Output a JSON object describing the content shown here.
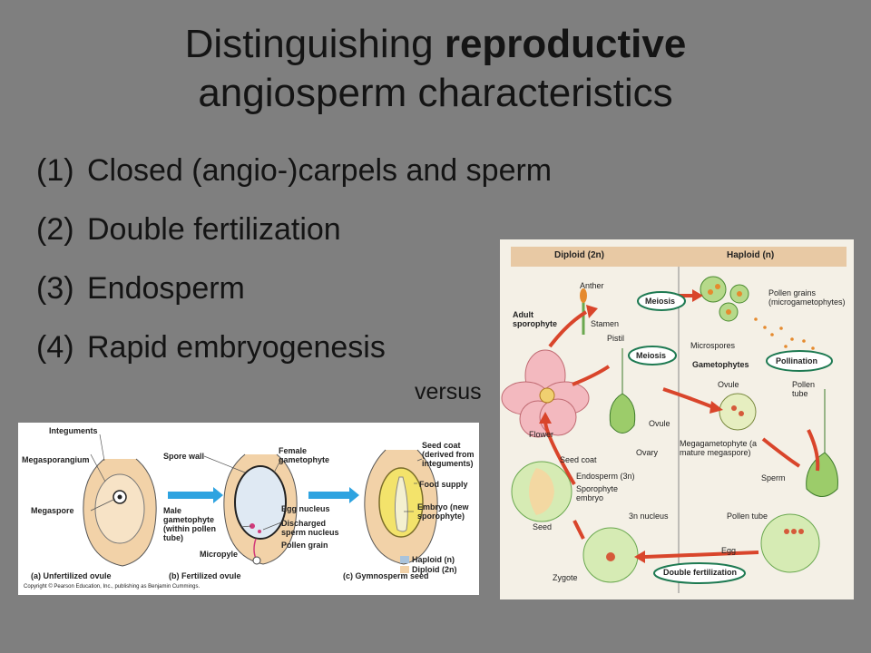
{
  "slide": {
    "title_line1_prefix": "Distinguishing",
    "title_line1_bold": "reproductive",
    "title_line2": "angiosperm characteristics",
    "bullets": [
      {
        "num": "(1)",
        "text": "Closed (angio-)carpels and sperm"
      },
      {
        "num": "(2)",
        "text": "Double fertilization"
      },
      {
        "num": "(3)",
        "text": "Endosperm"
      },
      {
        "num": "(4)",
        "text": "Rapid embryogenesis"
      }
    ],
    "versus": "versus"
  },
  "gymno_figure": {
    "labels": {
      "integuments": "Integuments",
      "megasporangium": "Megasporangium",
      "megaspore": "Megaspore",
      "spore_wall": "Spore wall",
      "female_gametophyte": "Female gametophyte",
      "male_gametophyte": "Male gametophyte (within pollen tube)",
      "egg_nucleus": "Egg nucleus",
      "discharged_sperm": "Discharged sperm nucleus",
      "pollen_grain": "Pollen grain",
      "micropyle": "Micropyle",
      "seed_coat": "Seed coat (derived from integuments)",
      "food_supply": "Food supply",
      "embryo": "Embryo (new sporophyte)",
      "haploid": "Haploid (n)",
      "diploid": "Diploid (2n)"
    },
    "captions": {
      "a": "(a) Unfertilized ovule",
      "b": "(b) Fertilized ovule",
      "c": "(c) Gymnosperm seed"
    },
    "copyright": "Copyright © Pearson Education, Inc., publishing as Benjamin Cummings.",
    "colors": {
      "haploid": "#aac4dc",
      "diploid": "#f2d2a8",
      "arrow": "#2ea3e0"
    }
  },
  "angio_figure": {
    "header_diploid": "Diploid (2n)",
    "header_haploid": "Haploid (n)",
    "labels": {
      "anther": "Anther",
      "adult_sporophyte": "Adult sporophyte",
      "stamen": "Stamen",
      "meiosis_1": "Meiosis",
      "pollen_grains": "Pollen grains (microgametophytes)",
      "microspores": "Microspores",
      "pistil": "Pistil",
      "meiosis_2": "Meiosis",
      "gametophytes": "Gametophytes",
      "pollination": "Pollination",
      "ovule_top": "Ovule",
      "pollen_tube_1": "Pollen tube",
      "flower": "Flower",
      "ovule": "Ovule",
      "ovary": "Ovary",
      "megagametophyte": "Megagametophyte (a mature megaspore)",
      "seed_coat": "Seed coat",
      "endosperm": "Endosperm (3n)",
      "sporophyte_embryo": "Sporophyte embryo",
      "sperm": "Sperm",
      "seed": "Seed",
      "three_n_nucleus": "3n nucleus",
      "pollen_tube_2": "Pollen tube",
      "egg": "Egg",
      "zygote": "Zygote",
      "double_fertilization": "Double fertilization"
    },
    "colors": {
      "arrow": "#d9452b",
      "header": "#e8c9a4",
      "background": "#f4f0e6",
      "oval_border": "#1e7a52"
    }
  }
}
